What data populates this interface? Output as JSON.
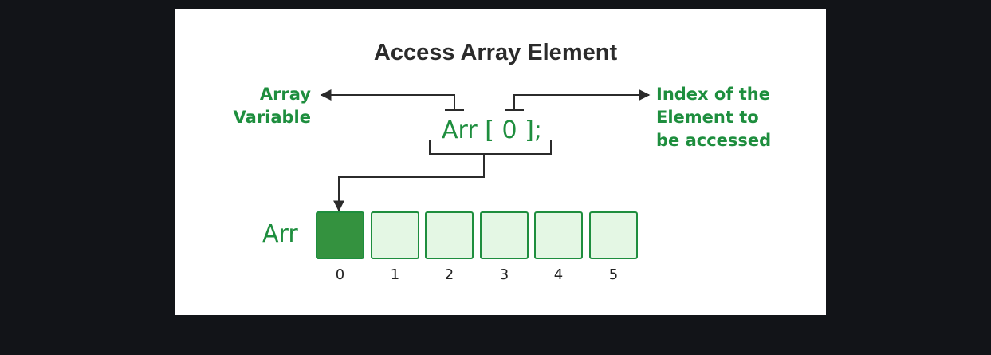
{
  "diagram": {
    "title": "Access Array Element",
    "left_label": [
      "Array",
      "Variable"
    ],
    "right_label": [
      "Index of the",
      "Element to",
      "be accessed"
    ],
    "expression": "Arr [ 0 ];",
    "array_name": "Arr",
    "highlighted_index": 0,
    "elements": [
      {
        "index": "0"
      },
      {
        "index": "1"
      },
      {
        "index": "2"
      },
      {
        "index": "3"
      },
      {
        "index": "4"
      },
      {
        "index": "5"
      }
    ],
    "colors": {
      "accent": "#1e8e3e",
      "cell_fill": "#e4f7e4",
      "cell_active_fill": "#34923f",
      "title": "#2b2b2b",
      "lines": "#2b2b2b",
      "background": "#121418",
      "card": "#ffffff"
    }
  }
}
